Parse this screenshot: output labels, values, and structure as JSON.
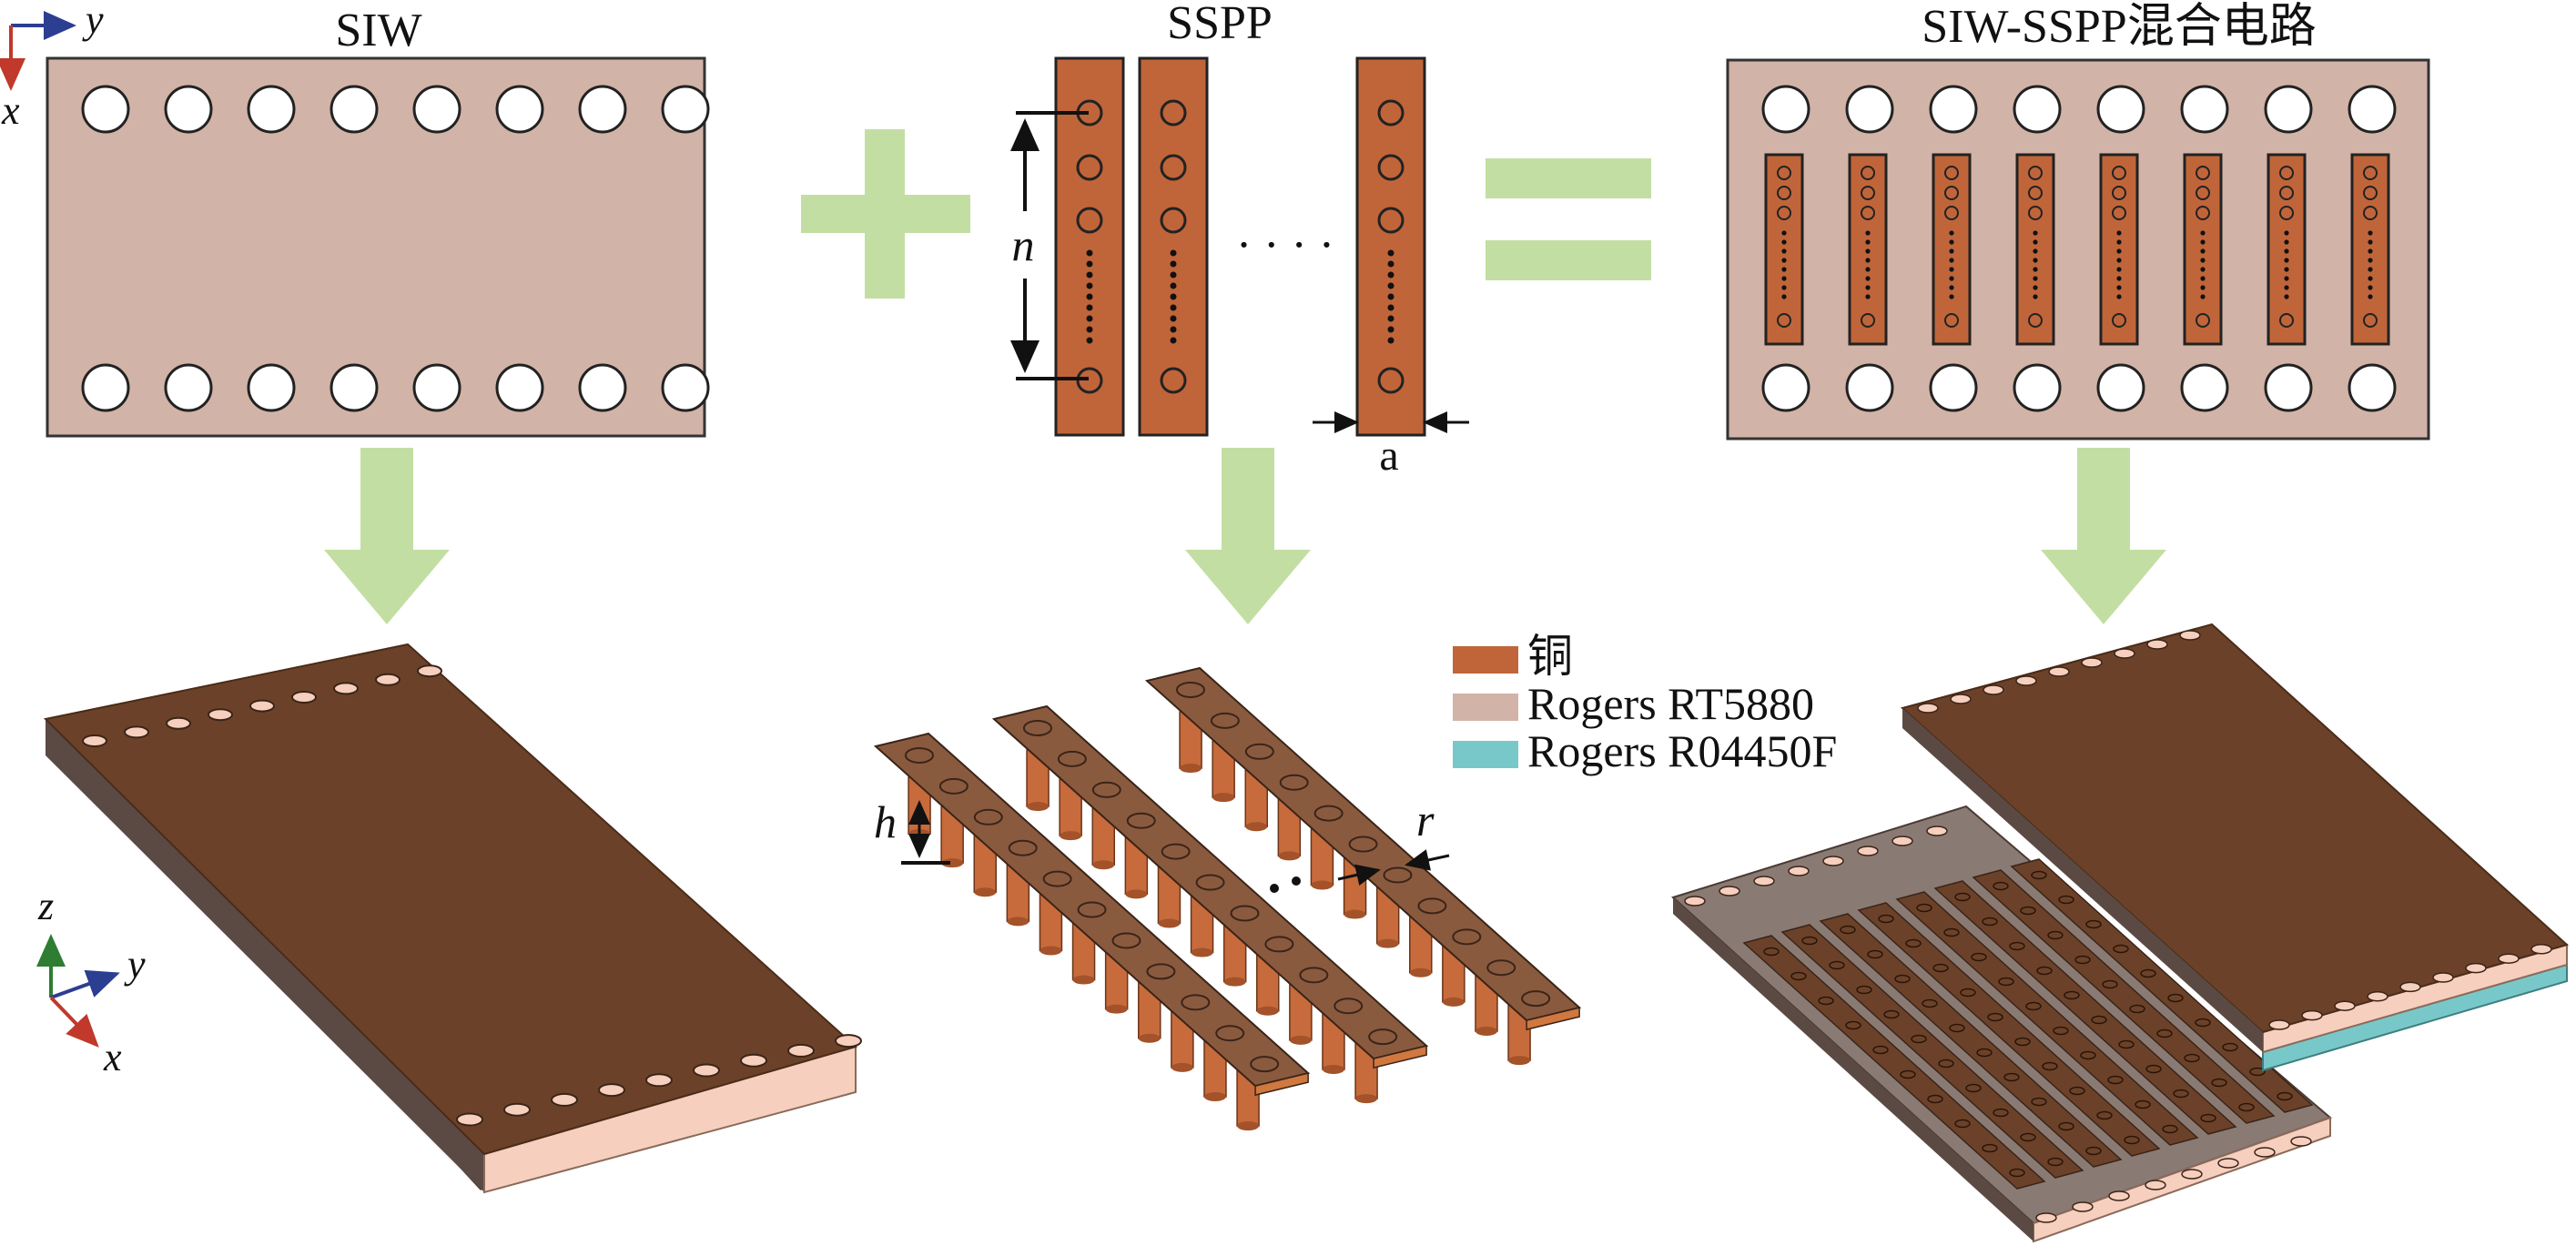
{
  "titles": {
    "siw": "SIW",
    "sspp": "SSPP",
    "hybrid": "SIW-SSPP混合电路"
  },
  "operators": {
    "plus": "plus-sign",
    "equals": "equals-sign"
  },
  "dimensions": {
    "n": "n",
    "a": "a",
    "h": "h",
    "r": "r"
  },
  "axes_top": {
    "x": "x",
    "y": "y"
  },
  "axes_3d": {
    "x": "x",
    "y": "y",
    "z": "z"
  },
  "ellipsis": "· · · ·",
  "legend": [
    {
      "label": "铜",
      "color": "#c0653a"
    },
    {
      "label": "Rogers RT5880",
      "color": "#d2b3a7"
    },
    {
      "label": "Rogers R04450F",
      "color": "#79c8c9"
    }
  ],
  "colors": {
    "copper": "#c0653a",
    "substrate": "#d2b3a7",
    "second_substrate": "#79c8c9",
    "arrow_green": "#c3dea3",
    "copper_3d_top": "#6b4229",
    "copper_3d_side": "#8a5a3f",
    "substrate_side": "#f6cfbf",
    "axis_x": "#c0392b",
    "axis_y": "#2c3e91",
    "axis_z": "#2e7d32"
  }
}
